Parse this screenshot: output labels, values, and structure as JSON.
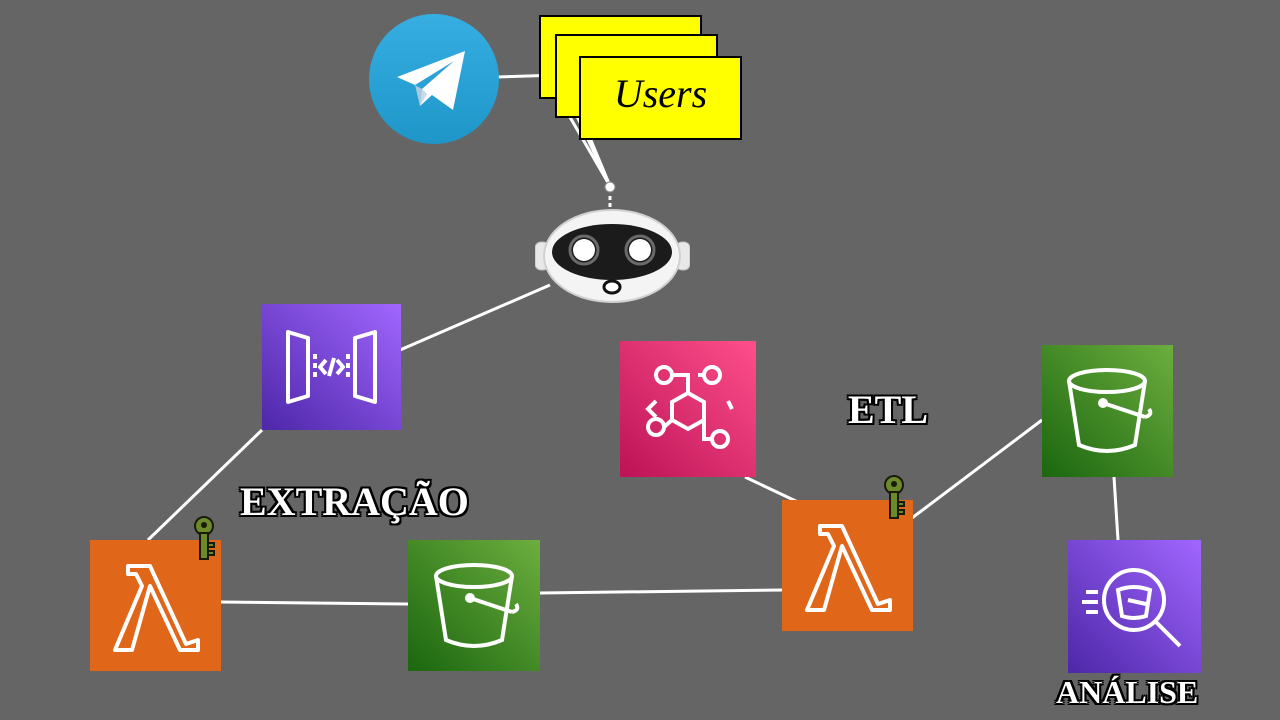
{
  "labels": {
    "users": "Users",
    "extraction": "EXTRAÇÃO",
    "etl": "ETL",
    "analysis": "ANÁLISE"
  },
  "icons": {
    "telegram": "telegram-icon",
    "bot": "robot-icon",
    "api_gateway": "api-gateway-icon",
    "eventbridge": "eventbridge-icon",
    "lambda": "lambda-icon",
    "s3": "s3-bucket-icon",
    "athena": "athena-icon",
    "key": "key-icon"
  },
  "colors": {
    "background": "#656565",
    "note": "#ffff00",
    "lambda": "#e0661a",
    "s3": "#3f8624",
    "api_gateway": "#7b3fe4",
    "eventbridge": "#e7157b",
    "athena": "#7b3fe4",
    "telegram": "#2aa3e0"
  }
}
